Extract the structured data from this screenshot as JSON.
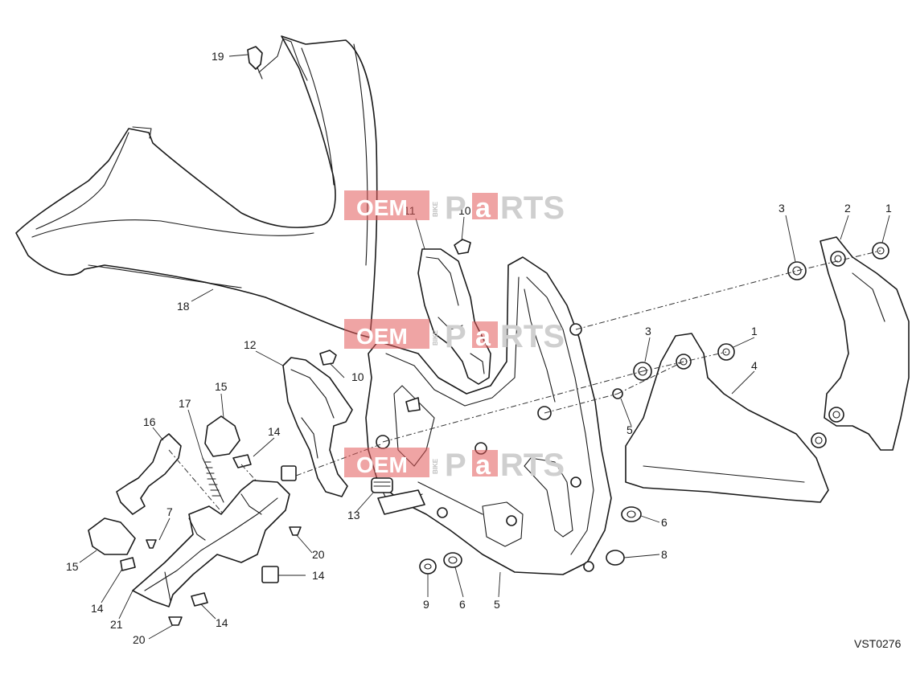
{
  "drawing_code": "VST0276",
  "watermark": {
    "oem": "OEM",
    "bike": "BIKE",
    "parts_p": "P",
    "parts_a": "a",
    "parts_rest": "RTS"
  },
  "callouts": [
    "1",
    "1",
    "2",
    "3",
    "3",
    "4",
    "5",
    "5",
    "6",
    "6",
    "7",
    "8",
    "9",
    "10",
    "10",
    "11",
    "12",
    "13",
    "14",
    "14",
    "14",
    "14",
    "15",
    "15",
    "16",
    "17",
    "18",
    "19",
    "20",
    "20",
    "21"
  ],
  "colors": {
    "line": "#1a1a1a",
    "watermark_red": "#e15a5a",
    "watermark_grey": "#cfcfcf"
  }
}
